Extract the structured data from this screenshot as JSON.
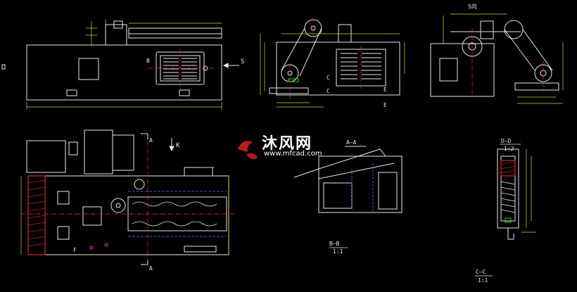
{
  "colors": {
    "background": "#000000",
    "outline": "#e8e8e8",
    "dimension": "#d6d632",
    "centerline": "#ff3030",
    "hidden": "#4a78ff",
    "accent_green": "#30d030",
    "magenta": "#e040e0",
    "cyan": "#30d0d0"
  },
  "labels": {
    "view_front_s_arrow": "S",
    "view_front_b": "B",
    "view_side_s_title": "S向",
    "view_mid_c_top": "C",
    "view_mid_c_bottom": "C",
    "view_mid_e_top": "E",
    "view_mid_e_bottom": "E",
    "view_plan_a_top": "A",
    "view_plan_a_bottom": "A",
    "view_plan_k": "K",
    "view_plan_f": "F",
    "section_aa": "A—A",
    "section_bb": "B—B",
    "section_bb_scale": "1:1",
    "section_cc": "C—C",
    "section_cc_scale": "1:1",
    "section_dd": "D—D",
    "section_dd_scale": "1:2"
  },
  "watermark": {
    "name": "沐风网",
    "url": "www.mfcad.com"
  }
}
